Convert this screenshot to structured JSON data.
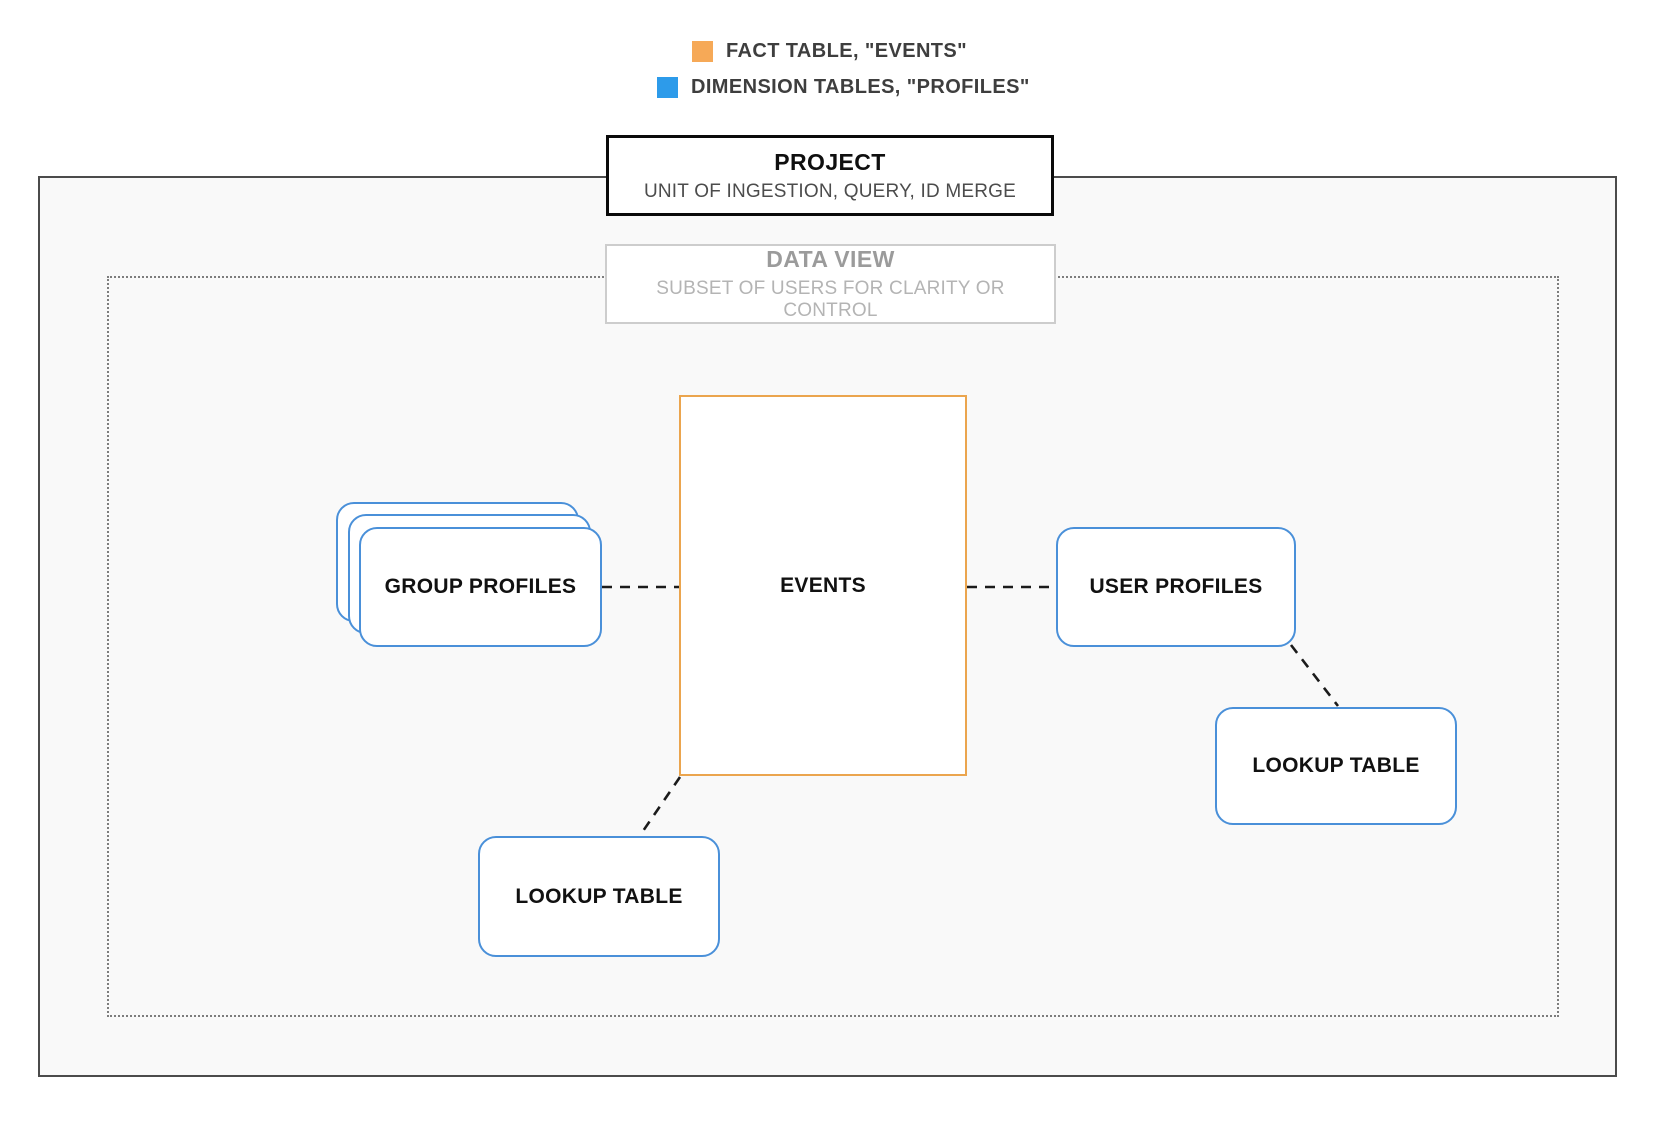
{
  "legend": {
    "items": [
      {
        "name": "fact-table",
        "label": "FACT TABLE, \"EVENTS\"",
        "color": "#F6A957"
      },
      {
        "name": "dimension-tables",
        "label": "DIMENSION TABLES, \"PROFILES\"",
        "color": "#2D9BEA"
      }
    ]
  },
  "project": {
    "title": "PROJECT",
    "subtitle": "UNIT OF INGESTION, QUERY, ID MERGE"
  },
  "data_view": {
    "title": "DATA VIEW",
    "subtitle": "SUBSET OF USERS FOR CLARITY OR CONTROL"
  },
  "nodes": {
    "group_profiles": {
      "label": "GROUP PROFILES"
    },
    "events": {
      "label": "EVENTS"
    },
    "user_profiles": {
      "label": "USER PROFILES"
    },
    "lookup_table_right": {
      "label": "LOOKUP TABLE"
    },
    "lookup_table_bottom": {
      "label": "LOOKUP TABLE"
    }
  },
  "colors": {
    "fact_border": "#EBA54E",
    "dimension_border": "#4A90D9",
    "project_boundary_border": "#4B4B4B",
    "data_view_boundary_border": "#7D7D7D",
    "connector": "#1B1B1B",
    "boundary_fill": "#F9F9F9"
  }
}
